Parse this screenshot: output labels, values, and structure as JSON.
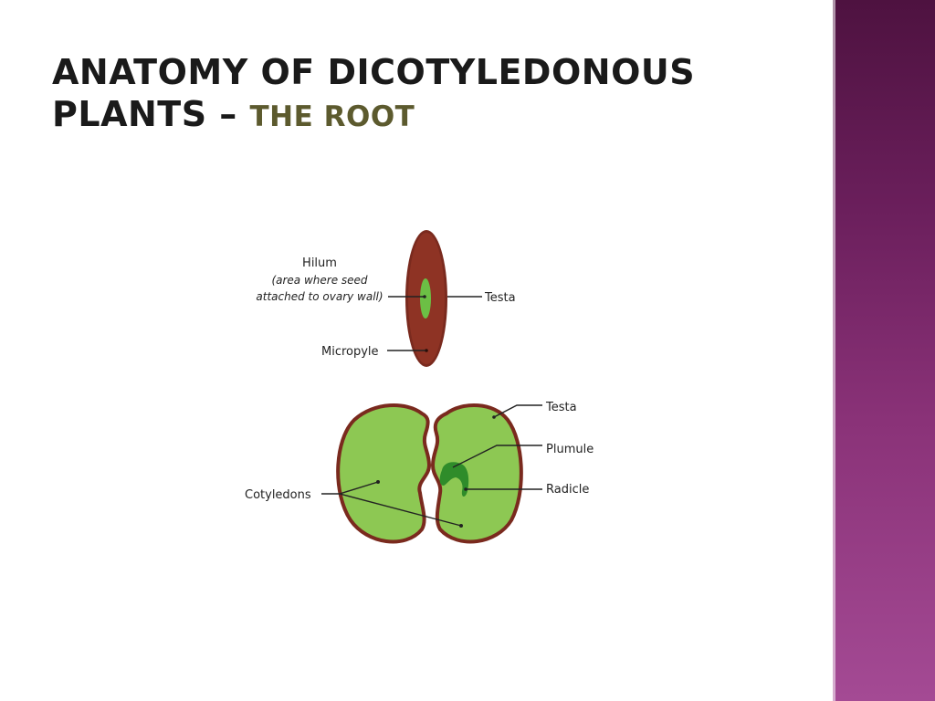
{
  "slide": {
    "title_line1": "ANATOMY OF DICOTYLEDONOUS",
    "title_line2_main": "PLANTS –",
    "title_line2_sub": "THE ROOT",
    "accent_color": "#8a3278",
    "subtitle_color": "#5c5a2e"
  },
  "diagram": {
    "labels": {
      "hilum": "Hilum",
      "hilum_note_line1": "(area where seed",
      "hilum_note_line2": "attached to ovary wall)",
      "testa_top": "Testa",
      "micropyle": "Micropyle",
      "testa_bottom": "Testa",
      "plumule": "Plumule",
      "radicle": "Radicle",
      "cotyledons": "Cotyledons"
    },
    "colors": {
      "seed_coat": "#7a2a1e",
      "cotyledon_fill": "#8dc853",
      "cotyledon_edge": "#7a2a1e",
      "embryo": "#2f8c2a",
      "hilum": "#6cbf45"
    }
  }
}
